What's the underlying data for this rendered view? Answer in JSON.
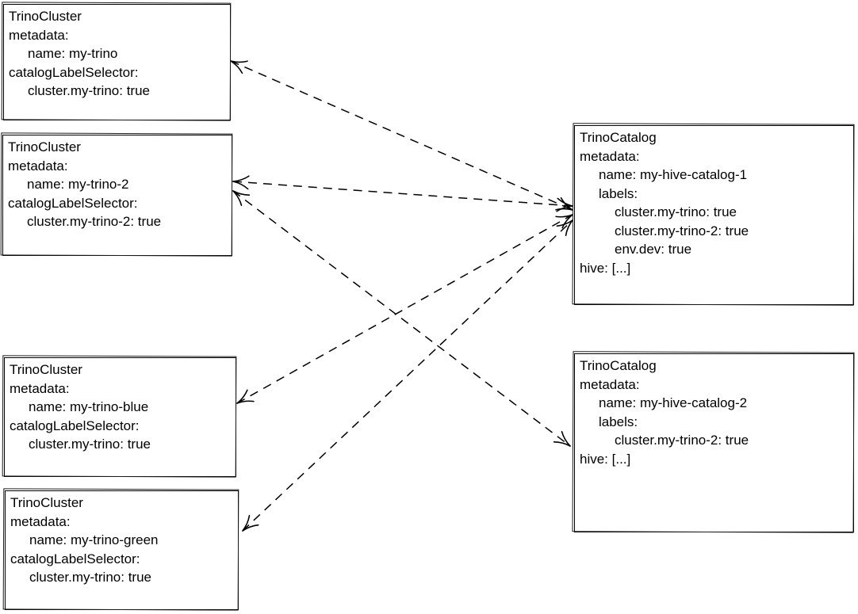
{
  "diagram": {
    "description": "Relationship between TrinoCluster and TrinoCatalog custom resources",
    "colors": {
      "background": "#ffffff",
      "stroke": "#000000",
      "text": "#000000"
    },
    "nodes": [
      {
        "id": "cluster-my-trino",
        "kind": "TrinoCluster",
        "lines": [
          {
            "text": "TrinoCluster",
            "indent": 0
          },
          {
            "text": "metadata:",
            "indent": 0
          },
          {
            "text": "name: my-trino",
            "indent": 1
          },
          {
            "text": "catalogLabelSelector:",
            "indent": 0
          },
          {
            "text": "cluster.my-trino: true",
            "indent": 1
          }
        ]
      },
      {
        "id": "cluster-my-trino-2",
        "kind": "TrinoCluster",
        "lines": [
          {
            "text": "TrinoCluster",
            "indent": 0
          },
          {
            "text": "metadata:",
            "indent": 0
          },
          {
            "text": "name: my-trino-2",
            "indent": 1
          },
          {
            "text": "catalogLabelSelector:",
            "indent": 0
          },
          {
            "text": "cluster.my-trino-2: true",
            "indent": 1
          }
        ]
      },
      {
        "id": "cluster-my-trino-blue",
        "kind": "TrinoCluster",
        "lines": [
          {
            "text": "TrinoCluster",
            "indent": 0
          },
          {
            "text": "metadata:",
            "indent": 0
          },
          {
            "text": "name: my-trino-blue",
            "indent": 1
          },
          {
            "text": "catalogLabelSelector:",
            "indent": 0
          },
          {
            "text": "cluster.my-trino: true",
            "indent": 1
          }
        ]
      },
      {
        "id": "cluster-my-trino-green",
        "kind": "TrinoCluster",
        "lines": [
          {
            "text": "TrinoCluster",
            "indent": 0
          },
          {
            "text": "metadata:",
            "indent": 0
          },
          {
            "text": "name: my-trino-green",
            "indent": 1
          },
          {
            "text": "catalogLabelSelector:",
            "indent": 0
          },
          {
            "text": "cluster.my-trino: true",
            "indent": 1
          }
        ]
      },
      {
        "id": "catalog-my-hive-catalog-1",
        "kind": "TrinoCatalog",
        "lines": [
          {
            "text": "TrinoCatalog",
            "indent": 0
          },
          {
            "text": "metadata:",
            "indent": 0
          },
          {
            "text": "name: my-hive-catalog-1",
            "indent": 1
          },
          {
            "text": "labels:",
            "indent": 1
          },
          {
            "text": "cluster.my-trino: true",
            "indent": 2
          },
          {
            "text": "cluster.my-trino-2: true",
            "indent": 2
          },
          {
            "text": "env.dev: true",
            "indent": 2
          },
          {
            "text": "hive: [...]",
            "indent": 0
          }
        ]
      },
      {
        "id": "catalog-my-hive-catalog-2",
        "kind": "TrinoCatalog",
        "lines": [
          {
            "text": "TrinoCatalog",
            "indent": 0
          },
          {
            "text": "metadata:",
            "indent": 0
          },
          {
            "text": "name: my-hive-catalog-2",
            "indent": 1
          },
          {
            "text": "labels:",
            "indent": 1
          },
          {
            "text": "cluster.my-trino-2: true",
            "indent": 2
          },
          {
            "text": "hive: [...]",
            "indent": 0
          }
        ]
      }
    ],
    "connections": [
      {
        "from": "cluster-my-trino",
        "to": "catalog-my-hive-catalog-1",
        "style": "dashed",
        "arrows": "both"
      },
      {
        "from": "cluster-my-trino-2",
        "to": "catalog-my-hive-catalog-1",
        "style": "dashed",
        "arrows": "both"
      },
      {
        "from": "cluster-my-trino-blue",
        "to": "catalog-my-hive-catalog-1",
        "style": "dashed",
        "arrows": "both"
      },
      {
        "from": "cluster-my-trino-green",
        "to": "catalog-my-hive-catalog-1",
        "style": "dashed",
        "arrows": "both"
      },
      {
        "from": "cluster-my-trino-2",
        "to": "catalog-my-hive-catalog-2",
        "style": "dashed",
        "arrows": "both"
      }
    ]
  }
}
